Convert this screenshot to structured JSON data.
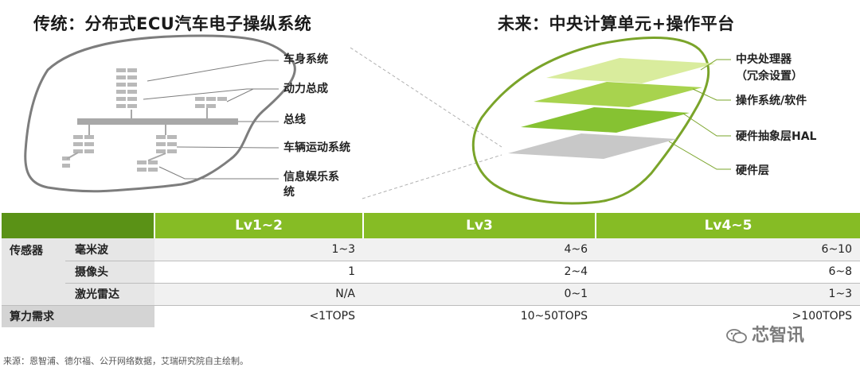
{
  "left_title": "传统：分布式ECU汽车电子操纵系统",
  "right_title": "未来：中央计算单元+操作平台",
  "left_labels": [
    "车身系统",
    "动力总成",
    "总线",
    "车辆运动系统",
    "信息娱乐系",
    "统"
  ],
  "right_labels": [
    "中央处理器",
    "（冗余设置）",
    "操作系统/软件",
    "硬件抽象层HAL",
    "硬件层"
  ],
  "table": {
    "headers": [
      "Lv1~2",
      "Lv3",
      "Lv4~5"
    ],
    "sensor_group": "传感器",
    "rows": [
      {
        "label": "毫米波",
        "values": [
          "1~3",
          "4~6",
          "6~10"
        ]
      },
      {
        "label": "摄像头",
        "values": [
          "1",
          "2~4",
          "6~8"
        ]
      },
      {
        "label": "激光雷达",
        "values": [
          "N/A",
          "0~1",
          "1~3"
        ]
      }
    ],
    "compute_label": "算力需求",
    "compute_values": [
      "<1TOPS",
      "10~50TOPS",
      ">100TOPS"
    ]
  },
  "footer": "来源：恩智浦、德尔福、公开网络数据，艾瑞研究院自主绘制。",
  "watermark": "芯智讯",
  "colors": {
    "green_header": "#86bc25",
    "green_dark": "#5a9216",
    "outline_green": "#7aa42a",
    "layer_light": "#d9ec9d",
    "layer_mid": "#a8d34e",
    "layer_strong": "#86c232",
    "layer_gray": "#c8c8c8"
  }
}
